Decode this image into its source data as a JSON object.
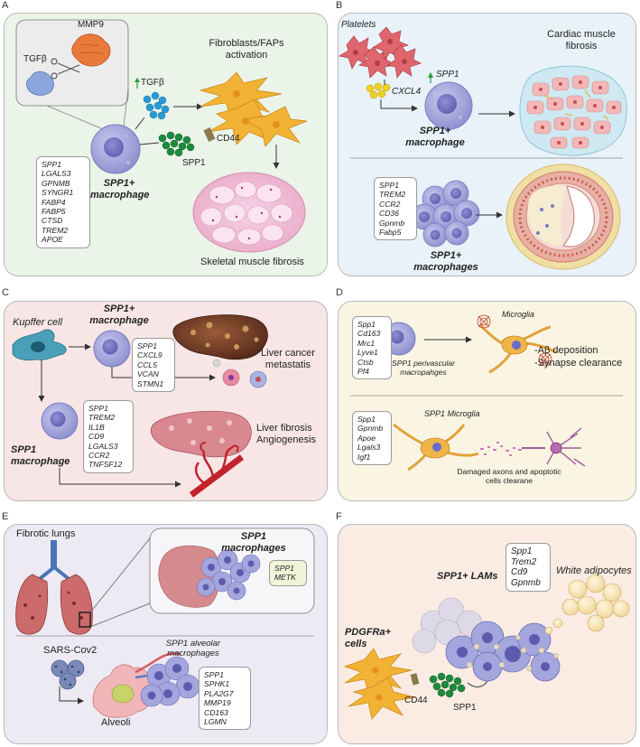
{
  "colors": {
    "panel_a": "#eaf4e8",
    "panel_b": "#e8f2f8",
    "panel_c": "#f8e6e6",
    "panel_d": "#faf5e2",
    "panel_e": "#edeaf3",
    "panel_f": "#fbece3",
    "macrophage": "#9d9fd6",
    "fibroblast": "#f2b233",
    "spp1_dot": "#1e8a3e",
    "tgfb_dot": "#2a9ad6"
  },
  "panels": {
    "a": {
      "letter": "A",
      "mmp9": "MMP9",
      "tgfb_inset": "TGFβ",
      "tgfb_secreted": "TGFβ",
      "fibroblasts": "Fibroblasts/FAPs activation",
      "cd44": "CD44",
      "spp1": "SPP1",
      "macrophage": "SPP1+ macrophage",
      "muscle": "Skeletal muscle fibrosis",
      "genes": [
        "SPP1",
        "LGALS3",
        "GPNMB",
        "SYNGR1",
        "FABP4",
        "FABP5",
        "CTSD",
        "TREM2",
        "APOE"
      ]
    },
    "b": {
      "letter": "B",
      "platelets": "Platelets",
      "cxcl4": "CXCL4",
      "spp1_up": "SPP1",
      "macrophage": "SPP1+ macrophage",
      "cardiac": "Cardiac muscle fibrosis",
      "genes": [
        "SPP1",
        "TREM2",
        "CCR2",
        "CD36",
        "Gpnmb",
        "Fabp5"
      ],
      "macrophages": "SPP1+ macrophages"
    },
    "c": {
      "letter": "C",
      "kupffer": "Kupffer cell",
      "macrophage_top": "SPP1+ macrophage",
      "genes_top": [
        "SPP1",
        "CXCL9",
        "CCL5",
        "VCAN",
        "STMN1"
      ],
      "liver_cancer": "Liver cancer metastatis",
      "macrophage_bottom": "SPP1 macrophage",
      "genes_bottom": [
        "SPP1",
        "TREM2",
        "IL1B",
        "CD9",
        "LGALS3",
        "CCR2",
        "TNFSF12"
      ],
      "liver_fibrosis": "Liver fibrosis Angiogenesis"
    },
    "d": {
      "letter": "D",
      "genes_top": [
        "Spp1",
        "Cd163",
        "Mrc1",
        "Lyve1",
        "Ctsb",
        "Pf4"
      ],
      "perivascular": "SPP1 perivascular macropahges",
      "microglia": "Microglia",
      "outcomes": [
        "-Aβ deposition",
        "-Synapse clearance"
      ],
      "genes_bottom": [
        "Spp1",
        "Gpnmb",
        "Apoe",
        "Lgals3",
        "Igf1"
      ],
      "spp1_microglia": "SPP1 Microglia",
      "damaged": "Damaged axons and apoptotic cells clearane"
    },
    "e": {
      "letter": "E",
      "lungs": "Fibrotic lungs",
      "macrophages": "SPP1 macrophages",
      "genes_inset": [
        "SPP1",
        "METK"
      ],
      "sars": "SARS-Cov2",
      "alveolar": "SPP1 alveolar macrophages",
      "alveoli": "Alveoli",
      "genes_bottom": [
        "SPP1",
        "SPHK1",
        "PLA2G7",
        "MMP19",
        "CD163",
        "LGMN"
      ]
    },
    "f": {
      "letter": "F",
      "genes": [
        "Spp1",
        "Trem2",
        "Cd9",
        "Gpnmb"
      ],
      "lams": "SPP1+ LAMs",
      "adipocytes": "White adipocytes",
      "pdgfra": "PDGFRa+ cells",
      "cd44": "CD44",
      "spp1": "SPP1"
    }
  }
}
